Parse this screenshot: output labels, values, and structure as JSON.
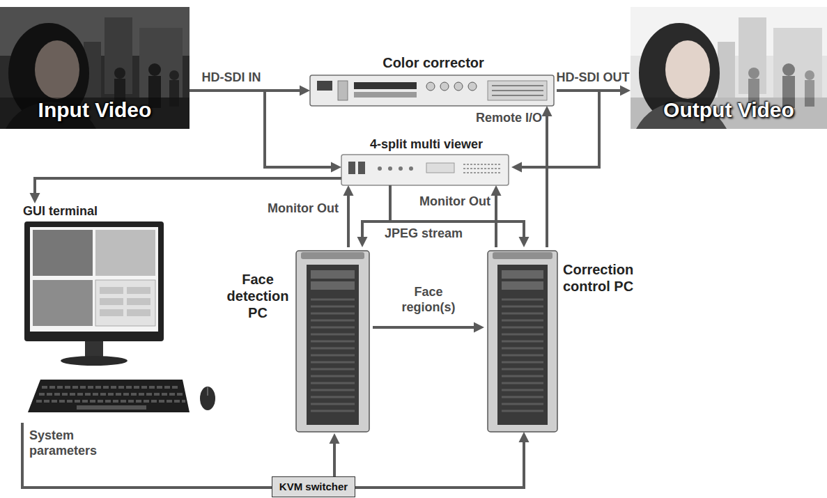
{
  "diagram": {
    "nodes": [
      {
        "text": [
          "Input Video"
        ]
      },
      {
        "text": [
          "Color corrector"
        ]
      },
      {
        "text": [
          "Output Video"
        ]
      },
      {
        "text": [
          "4-split multi viewer"
        ]
      },
      {
        "text": [
          "GUI terminal"
        ]
      },
      {
        "text": [
          "Face detection PC"
        ]
      },
      {
        "text": [
          "Correction control PC"
        ]
      },
      {
        "text": [
          "KVM switcher"
        ]
      }
    ],
    "edges": [
      {
        "from": 0,
        "to": 1,
        "arrow": "to",
        "label": "HD-SDI IN"
      },
      {
        "from": 0,
        "to": 3,
        "arrow": "to"
      },
      {
        "from": 1,
        "to": 2,
        "arrow": "to",
        "label": "HD-SDI OUT"
      },
      {
        "from": 1,
        "to": 3,
        "arrow": "to"
      },
      {
        "from": 3,
        "to": 4,
        "arrow": "to"
      },
      {
        "from": 5,
        "to": 3,
        "arrow": "to",
        "label": "Monitor Out"
      },
      {
        "from": 3,
        "to": 5,
        "arrow": "to",
        "label": "JPEG stream"
      },
      {
        "from": 3,
        "to": 6,
        "arrow": "to"
      },
      {
        "from": 6,
        "to": 3,
        "arrow": "to",
        "label": "Monitor Out"
      },
      {
        "from": 6,
        "to": 1,
        "arrow": "to",
        "label": "Remote I/O"
      },
      {
        "from": 5,
        "to": 6,
        "arrow": "to",
        "label": "Face region(s)"
      },
      {
        "from": 4,
        "to": 7,
        "arrow": "none",
        "label": "System parameters"
      },
      {
        "from": 7,
        "to": 5,
        "arrow": "to"
      },
      {
        "from": 7,
        "to": 6,
        "arrow": "to"
      }
    ]
  }
}
